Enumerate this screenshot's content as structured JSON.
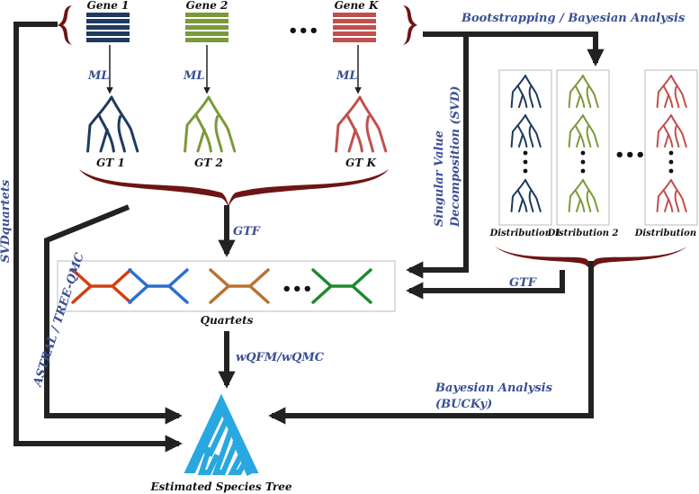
{
  "genes": [
    {
      "label": "Gene 1",
      "color": "#1f3a5f"
    },
    {
      "label": "Gene 2",
      "color": "#7a9a3a"
    },
    {
      "label": "Gene K",
      "color": "#c0504d"
    }
  ],
  "gene_trees": [
    "GT 1",
    "GT 2",
    "GT K"
  ],
  "ml_label": "ML",
  "ellipsis": "•••",
  "distributions": [
    "Distribution 1",
    "Distribution 2",
    "Distribution K"
  ],
  "quartets_label": "Quartets",
  "quartet_colors": [
    "#d04010",
    "#2c6fcf",
    "#b87333",
    "#1e8a2e"
  ],
  "estimated_species_tree": "Estimated Species Tree",
  "species_tree_color": "#29a8e0",
  "labels": {
    "bootstrapping": "Bootstrapping / Bayesian Analysis",
    "svd_line1": "Singular Value",
    "svd_line2": "Decomposition (SVD)",
    "gtf_main": "GTF",
    "gtf_dist": "GTF",
    "wqfm": "wQFM/wQMC",
    "bayesian_line1": "Bayesian Analysis",
    "bayesian_line2": "(BUCKy)",
    "astral": "ASTRAL / TREE-QMC",
    "svdquartets": "SVDquartets"
  },
  "colors": {
    "arrow": "#222222",
    "brace": "#6e1414",
    "label": "#3a4f94"
  }
}
